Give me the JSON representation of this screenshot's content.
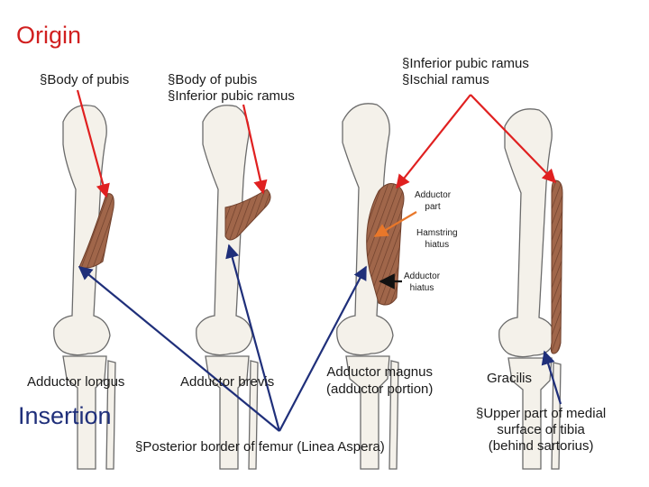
{
  "origin": {
    "title": "Origin",
    "labels": [
      {
        "text": "§Body of pubis"
      },
      {
        "lines": [
          "§Body of pubis",
          "§Inferior pubic ramus"
        ]
      },
      {
        "lines": [
          "§Inferior pubic ramus",
          "§Ischial ramus"
        ]
      }
    ]
  },
  "insertion": {
    "title": "Insertion",
    "femur_label": "§Posterior border of femur (Linea Aspera)",
    "tibia_lines": [
      "§Upper part of medial",
      "surface of tibia",
      "(behind sartorius)"
    ]
  },
  "parts": {
    "adductor_part": [
      "Adductor",
      "part"
    ],
    "hamstring_hiatus": [
      "Hamstring",
      "hiatus"
    ],
    "adductor_hiatus": [
      "Adductor",
      "hiatus"
    ]
  },
  "muscles": {
    "longus": "Adductor longus",
    "brevis": "Adductor brevis",
    "magnus": [
      "Adductor magnus",
      "(adductor portion)"
    ],
    "gracilis": "Gracilis"
  },
  "colors": {
    "title_red": "#d11f1f",
    "origin_arrow": "#e02020",
    "insertion_arrow": "#1f2f7a",
    "pointer_orange": "#e8772a",
    "muscle": "#a0664a",
    "bone": "#f4f1ea"
  }
}
